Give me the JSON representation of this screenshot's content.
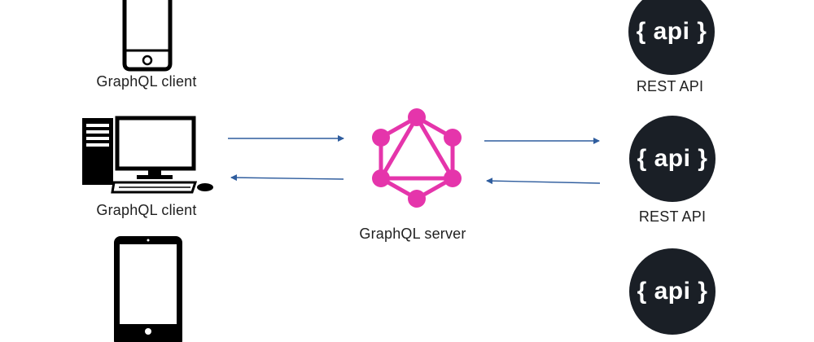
{
  "clients": [
    {
      "label": "GraphQL client",
      "icon": "smartphone-icon"
    },
    {
      "label": "GraphQL client",
      "icon": "desktop-computer-icon"
    },
    {
      "label": "",
      "icon": "tablet-icon"
    }
  ],
  "server": {
    "label": "GraphQL server",
    "icon": "graphql-logo-icon",
    "color": "#e535ab"
  },
  "apis": [
    {
      "text": "{ api }",
      "label": "REST API"
    },
    {
      "text": "{ api }",
      "label": "REST API"
    },
    {
      "text": "{ api }",
      "label": ""
    }
  ],
  "colors": {
    "arrow": "#2f5d9e",
    "api_bg": "#1a1f26",
    "device": "#000000"
  }
}
